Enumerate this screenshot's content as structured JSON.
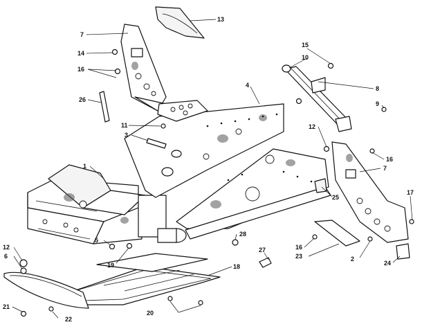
{
  "callouts": [
    {
      "label": "13"
    },
    {
      "label": "7"
    },
    {
      "label": "14"
    },
    {
      "label": "16"
    },
    {
      "label": "26"
    },
    {
      "label": "11"
    },
    {
      "label": "3"
    },
    {
      "label": "1"
    },
    {
      "label": "4"
    },
    {
      "label": "15"
    },
    {
      "label": "10"
    },
    {
      "label": "8"
    },
    {
      "label": "9"
    },
    {
      "label": "12"
    },
    {
      "label": "16"
    },
    {
      "label": "7"
    },
    {
      "label": "17"
    },
    {
      "label": "25"
    },
    {
      "label": "28"
    },
    {
      "label": "27"
    },
    {
      "label": "18"
    },
    {
      "label": "5"
    },
    {
      "label": "19"
    },
    {
      "label": "12"
    },
    {
      "label": "6"
    },
    {
      "label": "21"
    },
    {
      "label": "22"
    },
    {
      "label": "20"
    },
    {
      "label": "16"
    },
    {
      "label": "23"
    },
    {
      "label": "2"
    },
    {
      "label": "24"
    }
  ]
}
